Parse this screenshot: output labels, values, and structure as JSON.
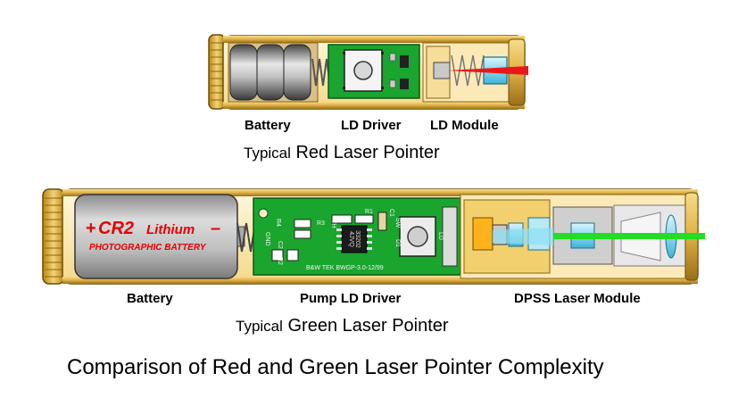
{
  "red_pointer": {
    "labels": {
      "battery": "Battery",
      "driver": "LD Driver",
      "module": "LD Module"
    },
    "caption_prefix": "Typical",
    "caption_main": "Red Laser Pointer",
    "beam_color": "#e81818"
  },
  "green_pointer": {
    "labels": {
      "battery": "Battery",
      "driver": "Pump LD Driver",
      "module": "DPSS Laser Module"
    },
    "caption_prefix": "Typical",
    "caption_main": "Green Laser Pointer",
    "beam_color": "#22dd22",
    "battery_print": {
      "plus": "+",
      "model": "CR2",
      "chem": "Lithium",
      "minus": "–",
      "subtitle": "PHOTOGRAPHIC BATTERY"
    },
    "pcb_text": {
      "r4": "R4",
      "r3": "R3",
      "r1": "R1",
      "r2": "R2",
      "c1": "C1",
      "c2": "C2",
      "gnd": "GND",
      "th": "TH",
      "sw": "SW",
      "d1": "D1",
      "ld": "LD",
      "ic_top": "33202",
      "ic_bottom": "4JVQ",
      "footer": "B&W TEK BWGP-3.0-12/99"
    }
  },
  "title": "Comparison of Red and Green Laser Pointer Complexity",
  "colors": {
    "brass": "#e3b54a",
    "brass_dark": "#8a6410",
    "housing": "#fff2c8",
    "pcb": "#1aa52e",
    "metal": "#9a9a9a"
  }
}
